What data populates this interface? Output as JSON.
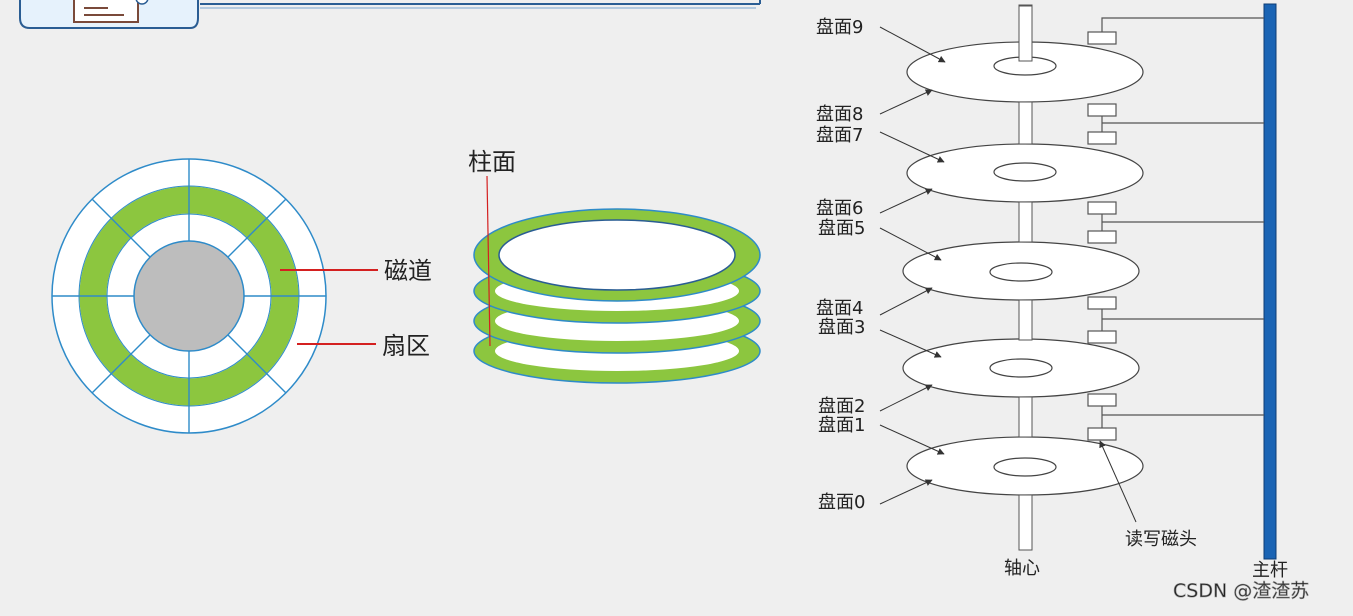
{
  "colors": {
    "background": "#efefef",
    "track_green": "#8cc63f",
    "platter_blue": "#2e8bc9",
    "hub_gray": "#bdbdbd",
    "label_line_red": "#d42020",
    "main_rod_blue": "#1a64b4"
  },
  "header_card": {
    "icon": "document-pen-icon"
  },
  "disk_diagram": {
    "track_label": "磁道",
    "sector_label": "扇区"
  },
  "cylinder_diagram": {
    "cylinder_label": "柱面"
  },
  "disk_stack_diagram": {
    "surfaces": [
      "盘面0",
      "盘面1",
      "盘面2",
      "盘面3",
      "盘面4",
      "盘面5",
      "盘面6",
      "盘面7",
      "盘面8",
      "盘面9"
    ],
    "spindle_label": "轴心",
    "head_label": "读写磁头",
    "main_rod_label": "主杆"
  },
  "watermark": "CSDN @渣渣苏"
}
